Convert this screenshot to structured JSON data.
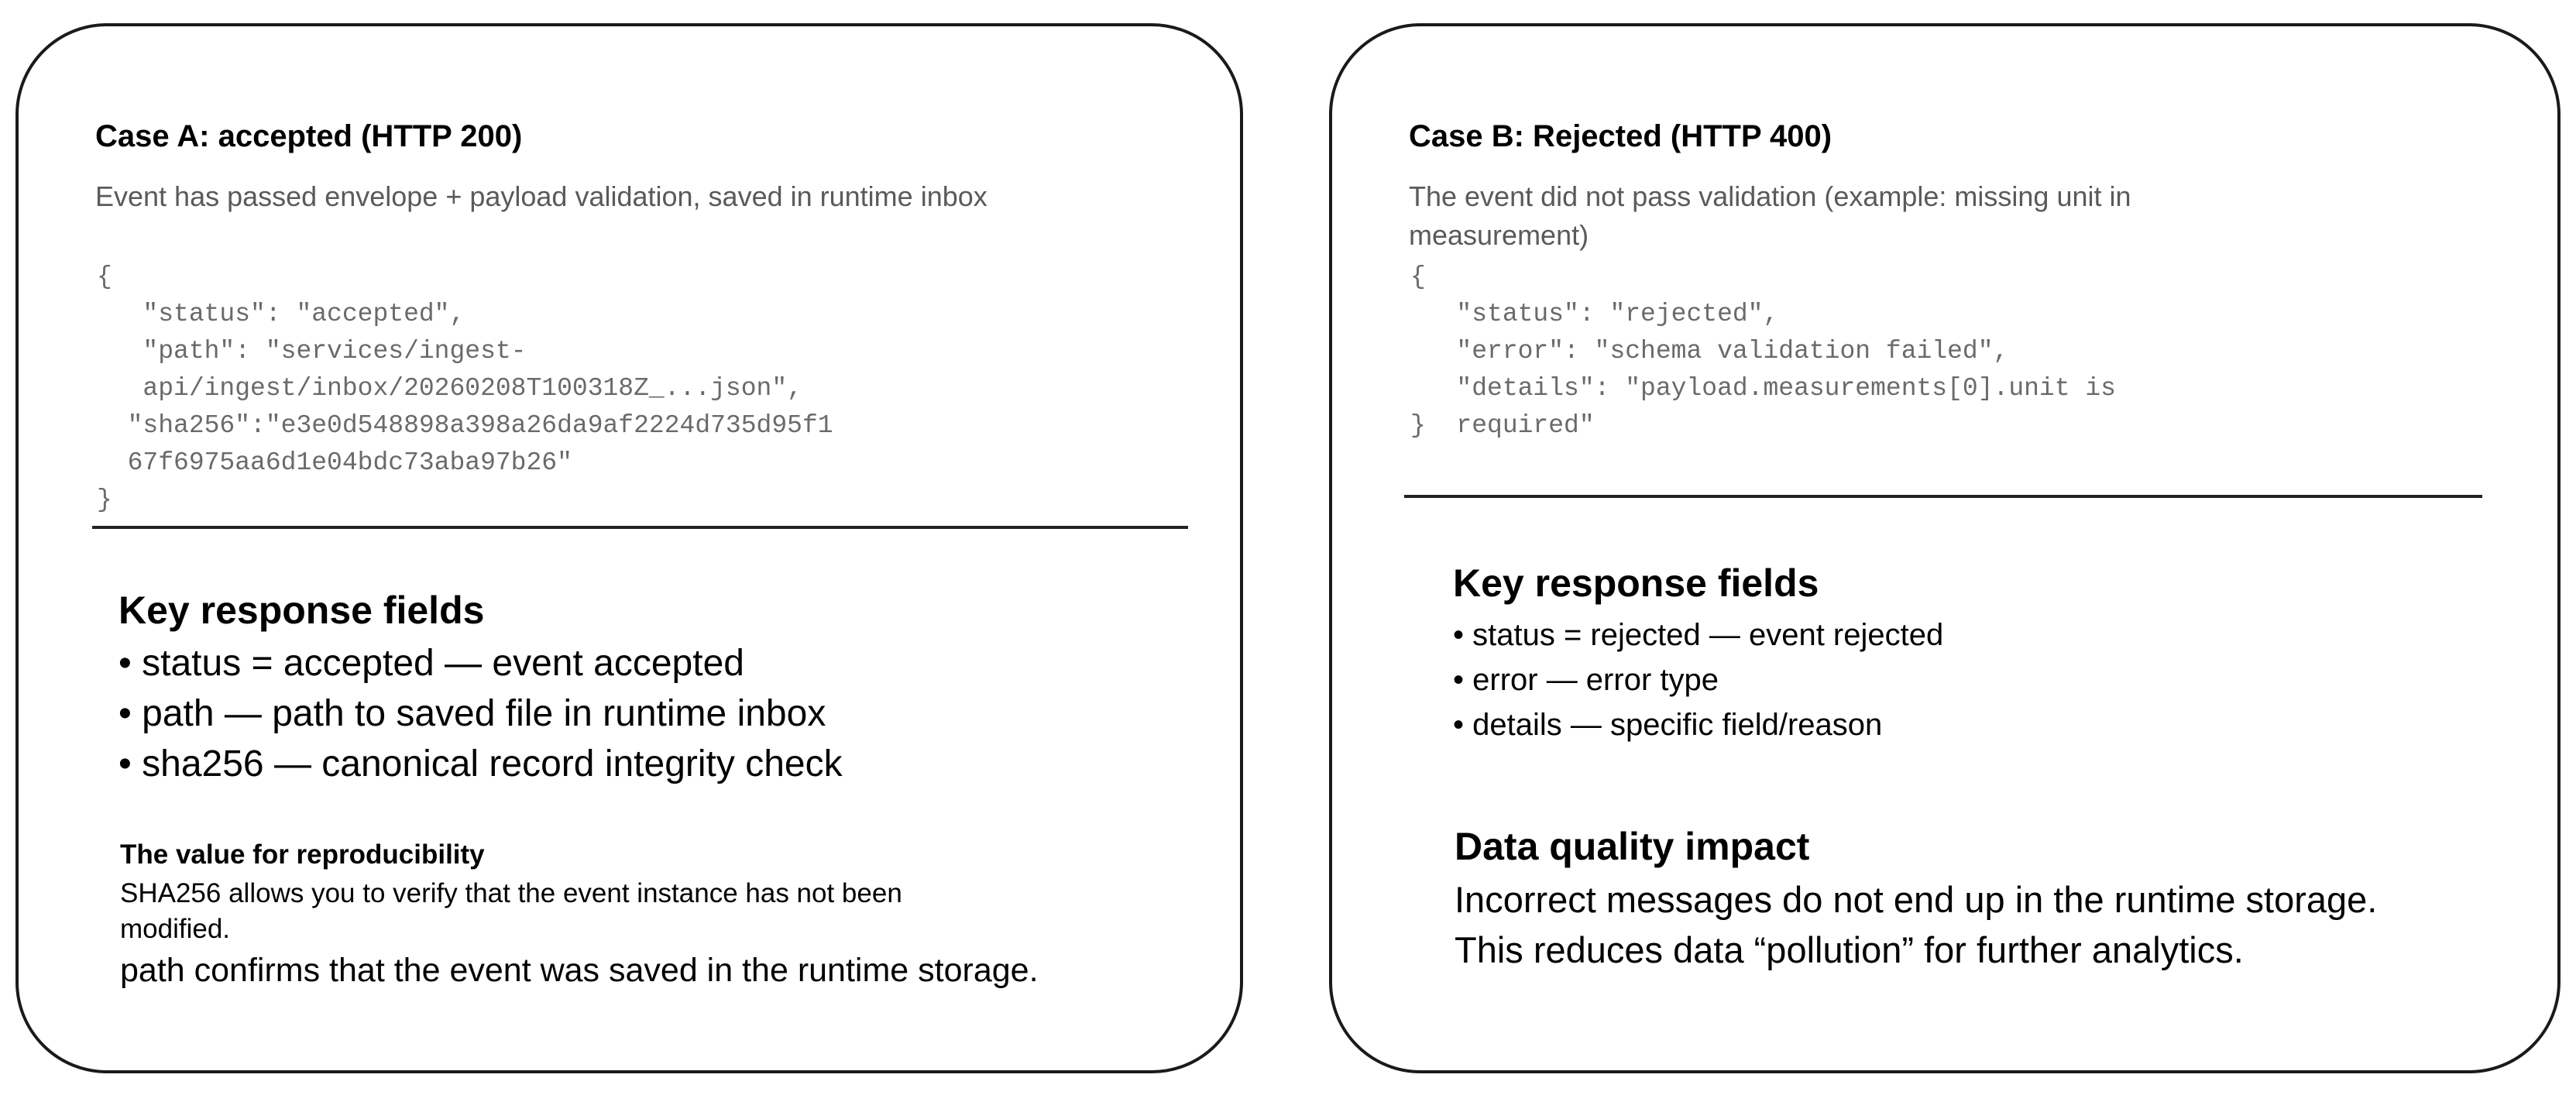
{
  "caseA": {
    "title": "Case A: accepted (HTTP 200)",
    "subtitle": "Event has passed envelope + payload validation, saved in runtime inbox",
    "code_lines": [
      "{",
      "   \"status\": \"accepted\",",
      "   \"path\": \"services/ingest-",
      "   api/ingest/inbox/20260208T100318Z_...json\",",
      "  \"sha256\":\"e3e0d548898a398a26da9af2224d735d95f1",
      "  67f6975aa6d1e04bdc73aba97b26\"",
      "}"
    ],
    "key_heading": "Key response fields",
    "key_fields": [
      "status = accepted — event accepted",
      "path — path to saved file in runtime inbox",
      "sha256 — canonical record integrity check"
    ],
    "repro_heading": "The value for reproducibility",
    "repro_text": "SHA256 allows you to verify that the event instance has not been\nmodified.",
    "path_note": "path confirms that the event was saved in the runtime storage."
  },
  "caseB": {
    "title": "Case B: Rejected (HTTP 400)",
    "subtitle": "The event did not pass validation (example: missing unit in\nmeasurement)",
    "code_lines": [
      "{",
      "   \"status\": \"rejected\",",
      "   \"error\": \"schema validation failed\",",
      "   \"details\": \"payload.measurements[0].unit is",
      "}  required\""
    ],
    "key_heading": "Key response fields",
    "key_fields": [
      "status = rejected — event rejected",
      "error — error type",
      "details — specific field/reason"
    ],
    "impact_heading": "Data quality impact",
    "impact_text": "Incorrect messages do not end up in the runtime storage.\nThis reduces data “pollution” for further analytics."
  }
}
